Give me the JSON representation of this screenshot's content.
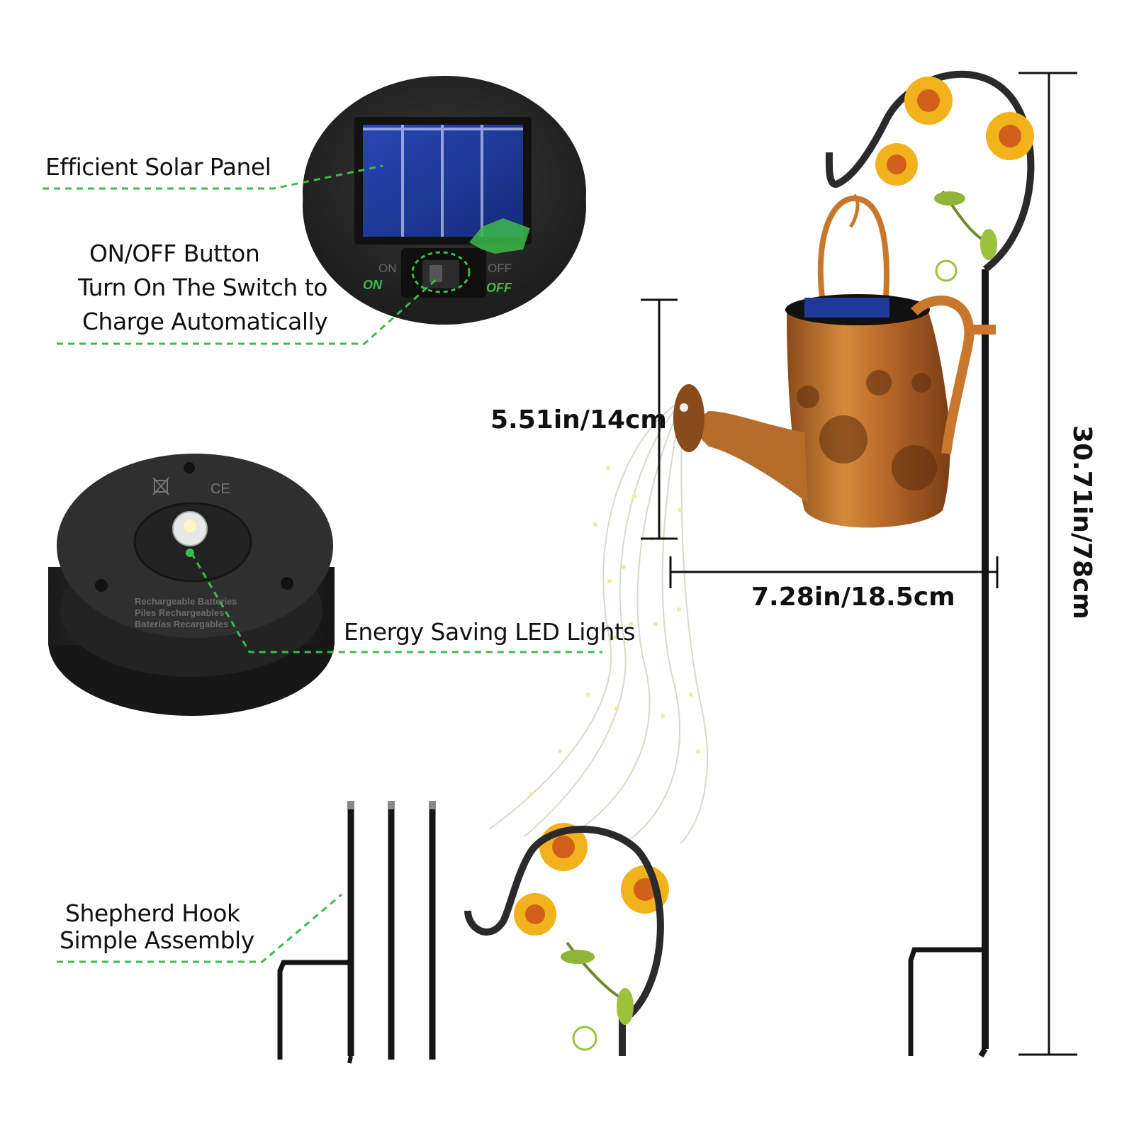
{
  "callouts": {
    "solar_panel": "Efficient Solar Panel",
    "onoff_line1": "ON/OFF Button",
    "onoff_line2": "Turn On The Switch to",
    "onoff_line3": "Charge Automatically",
    "led": "Energy Saving LED Lights",
    "hook_line1": "Shepherd Hook",
    "hook_line2": "Simple Assembly"
  },
  "switch_labels": {
    "on": "ON",
    "off": "OFF",
    "on_green": "ON",
    "off_green": "OFF"
  },
  "battery_text": {
    "line1": "Rechargeable Batteries",
    "line2": "Piles Rechargeables",
    "line3": "Baterías Recargables",
    "ce": "CE"
  },
  "dimensions": {
    "can_height": "5.51in/14cm",
    "can_width": "7.28in/18.5cm",
    "total_height": "30.71in/78cm"
  },
  "colors": {
    "accent_green": "#3dbb4a",
    "copper": "#c8772c",
    "sunflower": "#f2b21b",
    "solar_blue": "#1f3a9a",
    "base_black": "#2a2a2a"
  }
}
